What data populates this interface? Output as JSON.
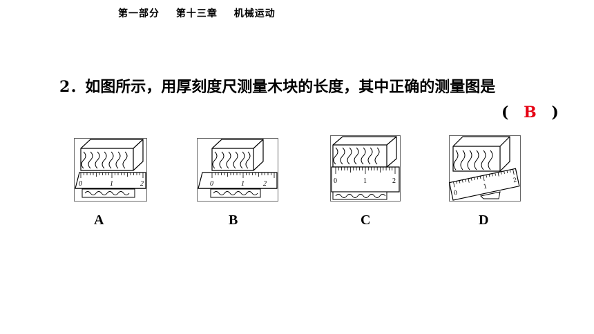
{
  "header": {
    "part": "第一部分",
    "chapter": "第十三章",
    "topic": "机械运动"
  },
  "question": {
    "text": "2．如图所示，用厚刻度尺测量木块的长度，其中正确的测量图是",
    "open_paren": "(",
    "answer": "B",
    "close_paren": ")"
  },
  "figures": [
    {
      "label": "A",
      "ticks": [
        "0",
        "1",
        "2"
      ]
    },
    {
      "label": "B",
      "ticks": [
        "0",
        "1",
        "2"
      ]
    },
    {
      "label": "C",
      "ticks": [
        "0",
        "1",
        "2"
      ]
    },
    {
      "label": "D",
      "ticks": [
        "0",
        "1",
        "2"
      ]
    }
  ],
  "colors": {
    "answer": "#e60012"
  }
}
